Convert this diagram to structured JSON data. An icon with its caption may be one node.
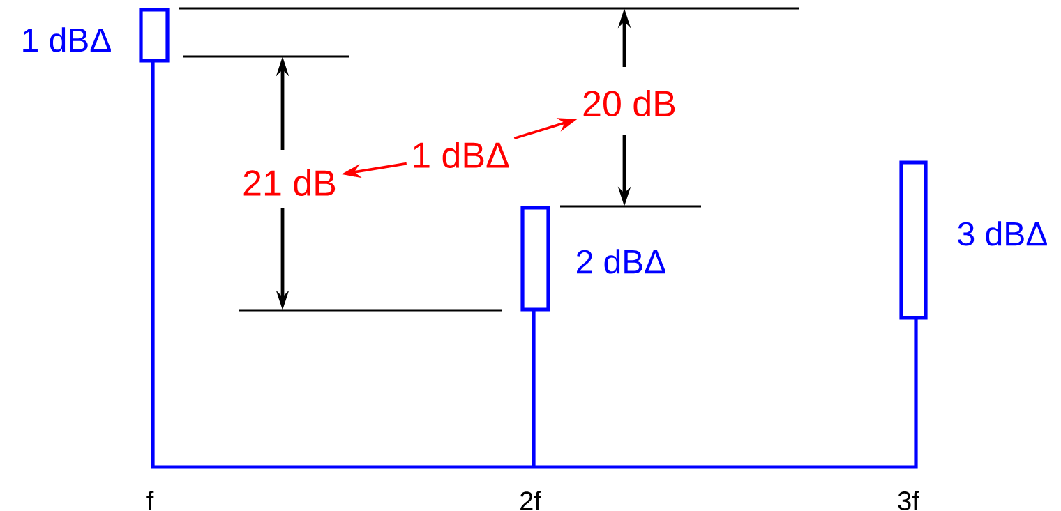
{
  "diagram": {
    "nodes": [
      {
        "text": [
          "20 dB"
        ]
      },
      {
        "text": [
          "1 dBΔ"
        ]
      },
      {
        "text": [
          "21 dB"
        ]
      }
    ],
    "edges": [
      {
        "from": 1,
        "to": 2,
        "arrow": "to",
        "color": "#ff0000"
      },
      {
        "from": 1,
        "to": 0,
        "arrow": "to",
        "color": "#ff0000"
      }
    ],
    "labels": [
      "1 dBΔ",
      "3 dBΔ",
      "2 dBΔ",
      "f",
      "2f",
      "3f"
    ]
  }
}
